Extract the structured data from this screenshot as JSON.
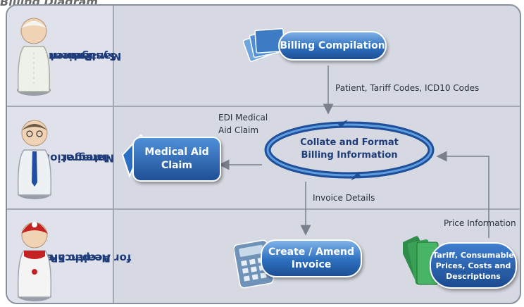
{
  "title": "Billing Diagram",
  "lanes": [
    {
      "label_line1": "Patient",
      "label_line2": "Management",
      "label_line3": "System"
    },
    {
      "label_line1": "Integration",
      "label_line2": "Manager"
    },
    {
      "label_line1": "Accpac ERP",
      "label_line2": "for Healthcare"
    }
  ],
  "nodes": {
    "billing_compilation": "Billing Compilation",
    "collate_line1": "Collate and Format",
    "collate_line2": "Billing Information",
    "medical_aid_line1": "Medical Aid",
    "medical_aid_line2": "Claim",
    "create_line1": "Create / Amend",
    "create_line2": "Invoice",
    "tariff_line1": "Tariff, Consumable",
    "tariff_line2": "Prices, Costs and",
    "tariff_line3": "Descriptions"
  },
  "edges": {
    "patient_codes": "Patient, Tariff Codes, ICD10 Codes",
    "edi_line1": "EDI Medical",
    "edi_line2": "Aid Claim",
    "invoice_details": "Invoice Details",
    "price_information": "Price Information"
  },
  "colors": {
    "lane_text": "#1f3c7a",
    "node_blue": "#2d6fbf",
    "arrow": "#7a7f8c"
  }
}
